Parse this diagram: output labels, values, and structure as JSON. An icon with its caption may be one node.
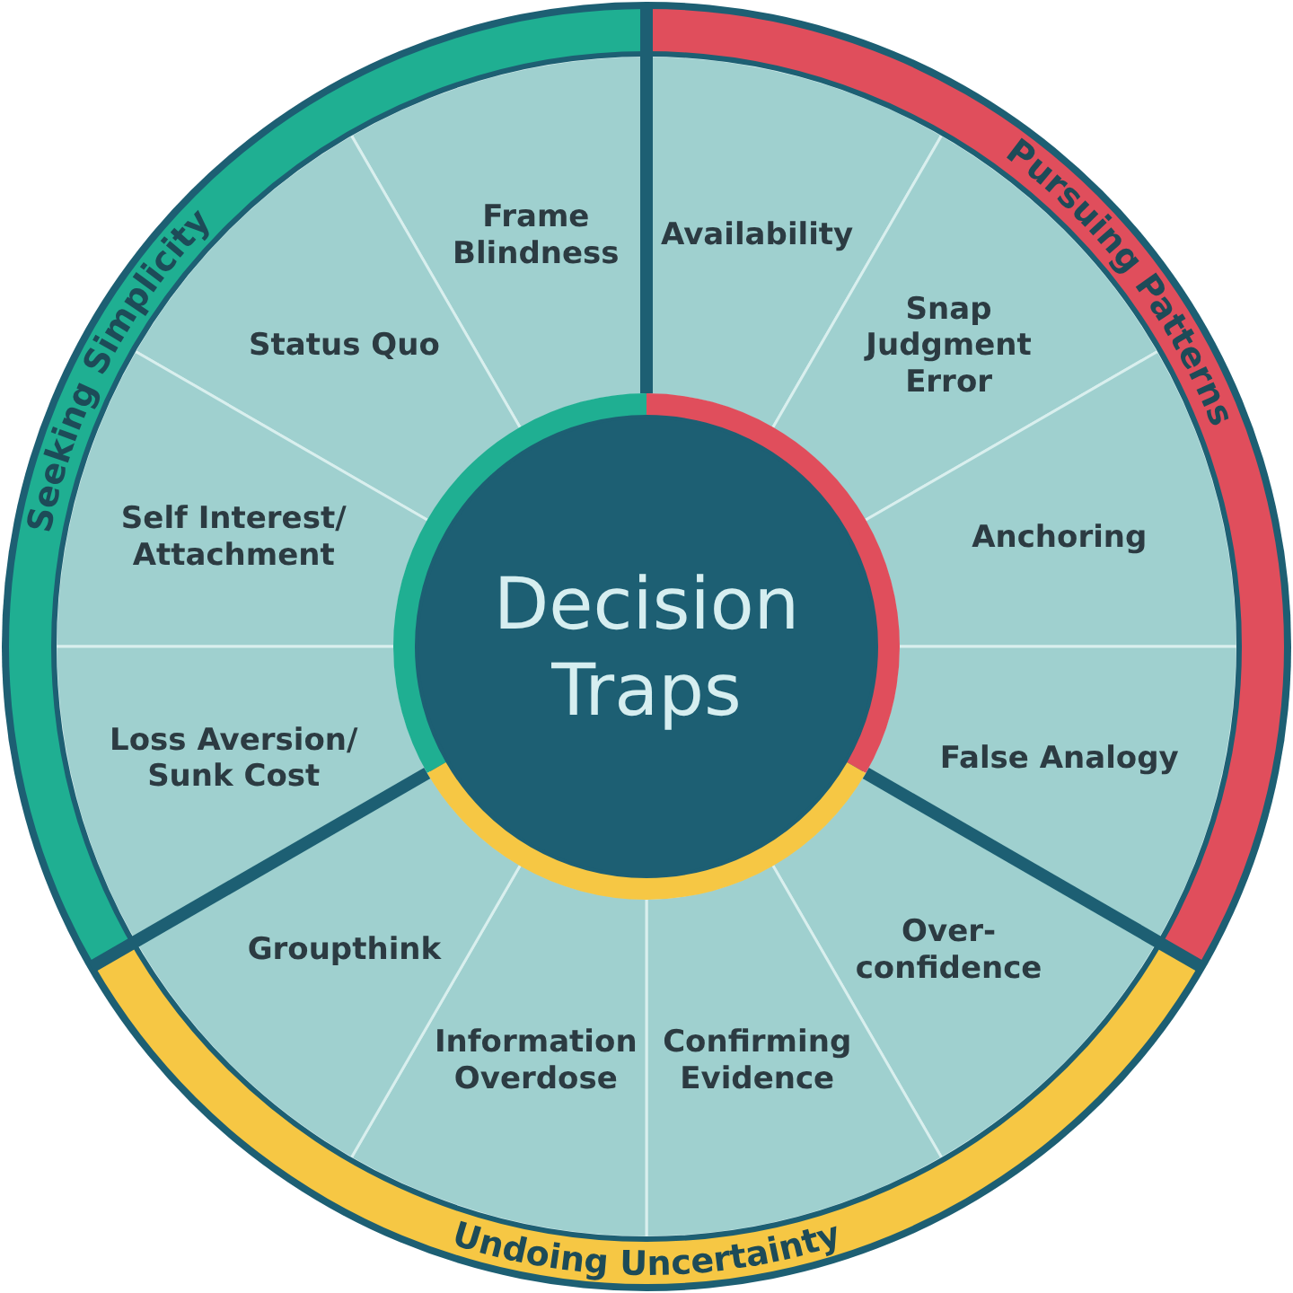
{
  "diagram": {
    "nodes": [
      {
        "text": [
          "Decision Traps"
        ]
      },
      {
        "text": [
          "Seeking Simplicity"
        ]
      },
      {
        "text": [
          "Pursuing Patterns"
        ]
      },
      {
        "text": [
          "Undoing Uncertainty"
        ]
      },
      {
        "text": [
          "Frame Blindness"
        ]
      },
      {
        "text": [
          "Status Quo"
        ]
      },
      {
        "text": [
          "Self Interest/ Attachment"
        ]
      },
      {
        "text": [
          "Loss Aversion/ Sunk Cost"
        ]
      },
      {
        "text": [
          "Availability"
        ]
      },
      {
        "text": [
          "Snap Judgment Error"
        ]
      },
      {
        "text": [
          "Anchoring"
        ]
      },
      {
        "text": [
          "False Analogy"
        ]
      },
      {
        "text": [
          "Over-confidence"
        ]
      },
      {
        "text": [
          "Confirming Evidence"
        ]
      },
      {
        "text": [
          "Information Overdose"
        ]
      },
      {
        "text": [
          "Groupthink"
        ]
      }
    ]
  }
}
